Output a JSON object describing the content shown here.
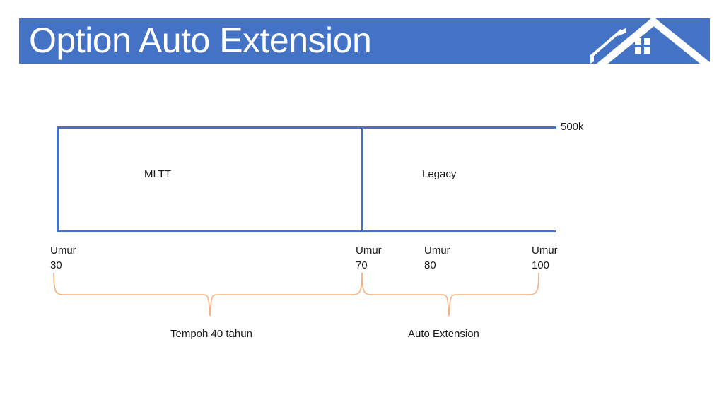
{
  "slide": {
    "title": "Option Auto Extension",
    "logo_icon": "house-roof-logo-icon",
    "accent_color": "#4472C4",
    "brace_color": "#F4B183",
    "text_color": "#1a1a1a",
    "background_color": "#ffffff"
  },
  "diagram": {
    "top_value_label": "500k",
    "segments": [
      {
        "key": "mltt",
        "label": "MLTT"
      },
      {
        "key": "legacy",
        "label": "Legacy"
      }
    ],
    "age_ticks": [
      {
        "key": "age30",
        "word": "Umur",
        "value": "30"
      },
      {
        "key": "age70",
        "word": "Umur",
        "value": "70"
      },
      {
        "key": "age80",
        "word": "Umur",
        "value": "80"
      },
      {
        "key": "age100",
        "word": "Umur",
        "value": "100"
      }
    ],
    "braces": [
      {
        "key": "tempoh",
        "caption": "Tempoh 40 tahun"
      },
      {
        "key": "auto",
        "caption": "Auto Extension"
      }
    ]
  }
}
